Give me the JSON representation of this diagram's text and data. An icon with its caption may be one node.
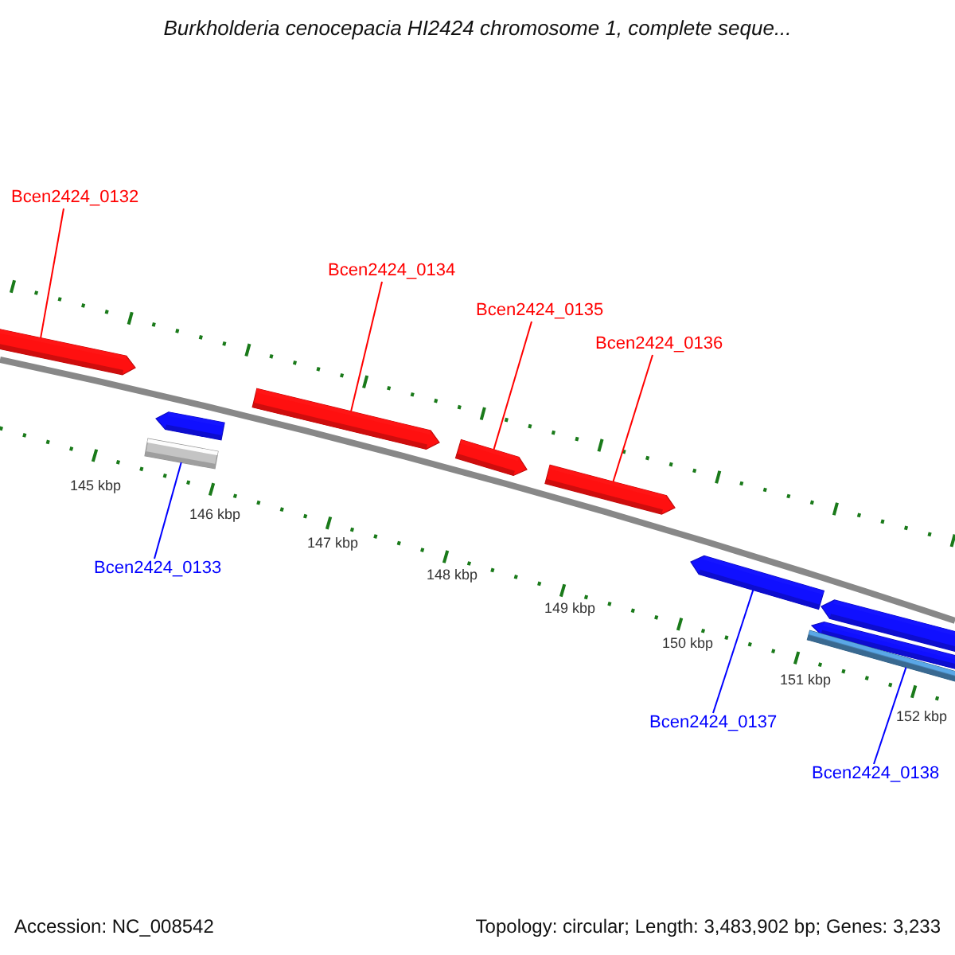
{
  "diagram": {
    "title": "Burkholderia cenocepacia HI2424 chromosome 1, complete seque...",
    "nodes": [
      {
        "text": [
          "Bcen2424_0132"
        ]
      },
      {
        "text": [
          "Bcen2424_0134"
        ]
      },
      {
        "text": [
          "Bcen2424_0135"
        ]
      },
      {
        "text": [
          "Bcen2424_0136"
        ]
      },
      {
        "text": [
          "Bcen2424_0133"
        ]
      },
      {
        "text": [
          "Bcen2424_0137"
        ]
      },
      {
        "text": [
          "Bcen2424_0138"
        ]
      },
      {
        "text": [],
        "shape": "bar"
      },
      {
        "text": [],
        "shape": "bar"
      },
      {
        "text": [],
        "shape": "bar"
      },
      {
        "text": [],
        "shape": "bar"
      },
      {
        "text": [],
        "shape": "bar"
      },
      {
        "text": [],
        "shape": "bar"
      },
      {
        "text": [],
        "shape": "bar"
      },
      {
        "text": [],
        "shape": "bar"
      },
      {
        "text": [],
        "shape": "bar"
      },
      {
        "text": [],
        "shape": "bar"
      }
    ],
    "edges": [
      {
        "from": 0,
        "to": 7,
        "arrow": "none"
      },
      {
        "from": 1,
        "to": 10,
        "arrow": "none"
      },
      {
        "from": 2,
        "to": 11,
        "arrow": "none"
      },
      {
        "from": 3,
        "to": 12,
        "arrow": "none"
      },
      {
        "from": 4,
        "to": 9,
        "arrow": "none",
        "color": "#0000ff"
      },
      {
        "from": 5,
        "to": 13,
        "arrow": "none",
        "color": "#0000ff"
      },
      {
        "from": 6,
        "to": 16,
        "arrow": "none",
        "color": "#0000ff"
      }
    ],
    "labels": [
      "145 kbp",
      "146 kbp",
      "147 kbp",
      "148 kbp",
      "149 kbp",
      "150 kbp",
      "151 kbp",
      "152 kbp",
      "Accession: NC_008542",
      "Topology: circular; Length: 3,483,902 bp; Genes: 3,233"
    ]
  }
}
